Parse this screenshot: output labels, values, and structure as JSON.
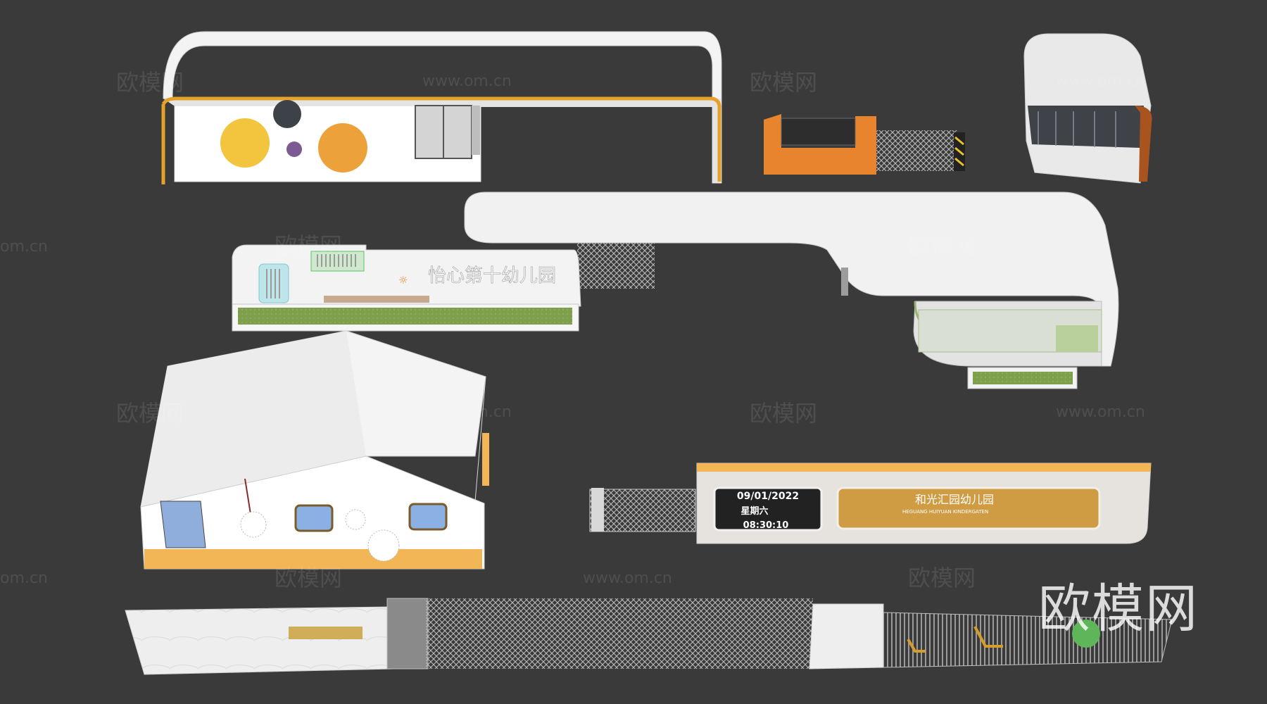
{
  "watermarks": {
    "brand": "欧模网",
    "url": "www.om.cn",
    "url_partial": "om.cn"
  },
  "kindergarten_1": {
    "name": "怡心第十幼儿园"
  },
  "kindergarten_2": {
    "date": "09/01/2022",
    "weekday": "星期六",
    "time": "08:30:10",
    "name_cn": "和光汇园幼儿园",
    "name_en": "HEGUANG HUIYUAN KINDERGATEN"
  },
  "colors": {
    "background": "#3a3a3a",
    "orange": "#e8932e",
    "yellow": "#f2c23a",
    "grass": "#7ea04c",
    "white": "#f2f2f2"
  }
}
